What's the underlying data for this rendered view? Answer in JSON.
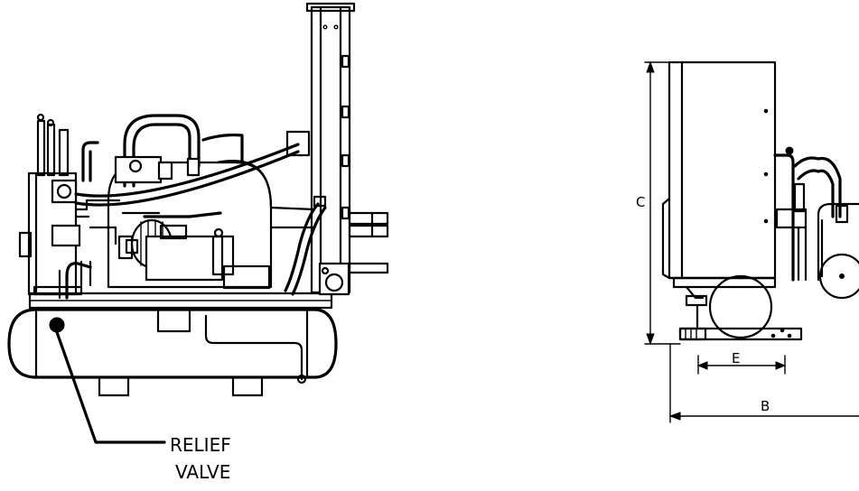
{
  "callout": {
    "line1": "RELIEF",
    "line2": "VALVE"
  },
  "dimensions": {
    "height_label": "C",
    "width_label": "B",
    "inner_width_label": "E"
  }
}
